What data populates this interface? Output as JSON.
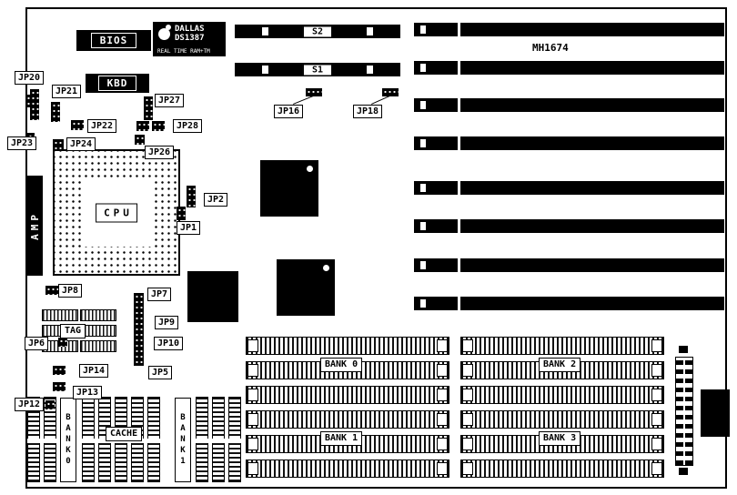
{
  "chips": {
    "bios": "BIOS",
    "kbd": "KBD",
    "cpu": "CPU",
    "amp": "AMP",
    "mh1674": "MH1674",
    "s1": "S1",
    "s2": "S2",
    "tag": "TAG",
    "cache": "CACHE",
    "dallas_line1": "DALLAS",
    "dallas_line2": "DS1387",
    "dallas_line3": "REAL TIME RAM+TM"
  },
  "banks": {
    "bank0": "BANK 0",
    "bank1": "BANK 1",
    "bank2": "BANK 2",
    "bank3": "BANK 3",
    "cache_bank0": "BANK0",
    "cache_bank1": "BANK1"
  },
  "jumper_labels": {
    "jp1": "JP1",
    "jp2": "JP2",
    "jp5": "JP5",
    "jp6": "JP6",
    "jp7": "JP7",
    "jp8": "JP8",
    "jp9": "JP9",
    "jp10": "JP10",
    "jp12": "JP12",
    "jp13": "JP13",
    "jp14": "JP14",
    "jp16": "JP16",
    "jp18": "JP18",
    "jp20": "JP20",
    "jp21": "JP21",
    "jp22": "JP22",
    "jp23": "JP23",
    "jp24": "JP24",
    "jp26": "JP26",
    "jp27": "JP27",
    "jp28": "JP28"
  }
}
